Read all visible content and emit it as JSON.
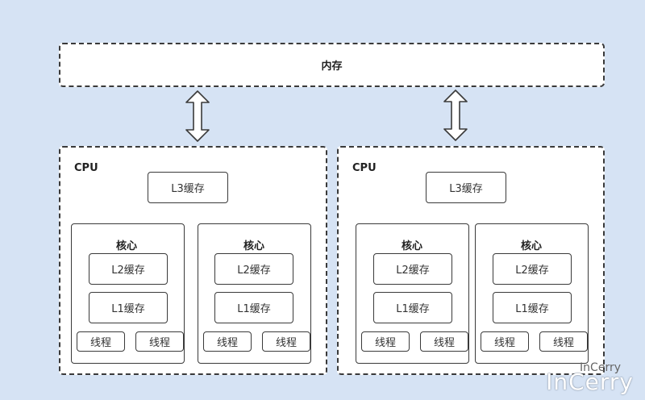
{
  "memory": {
    "label": "内存"
  },
  "cpus": [
    {
      "label": "CPU",
      "l3": "L3缓存",
      "cores": [
        {
          "label": "核心",
          "l2": "L2缓存",
          "l1": "L1缓存",
          "threads": [
            "线程",
            "线程"
          ]
        },
        {
          "label": "核心",
          "l2": "L2缓存",
          "l1": "L1缓存",
          "threads": [
            "线程",
            "线程"
          ]
        }
      ]
    },
    {
      "label": "CPU",
      "l3": "L3缓存",
      "cores": [
        {
          "label": "核心",
          "l2": "L2缓存",
          "l1": "L1缓存",
          "threads": [
            "线程",
            "线程"
          ]
        },
        {
          "label": "核心",
          "l2": "L2缓存",
          "l1": "L1缓存",
          "threads": [
            "线程",
            "线程"
          ]
        }
      ]
    }
  ],
  "watermark": {
    "small": "InCerry",
    "big": "InCerry"
  },
  "colors": {
    "background": "#d6e3f4",
    "stroke": "#3a3a3a",
    "box_fill": "#ffffff"
  }
}
